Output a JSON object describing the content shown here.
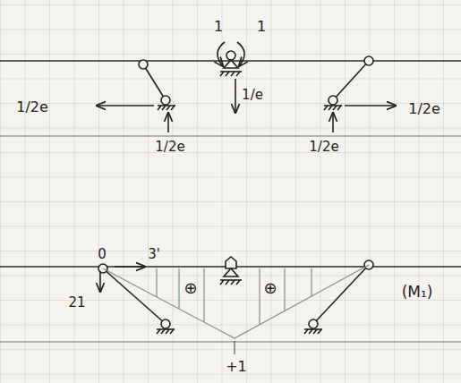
{
  "diagram": {
    "labels": [
      "1",
      "1",
      "1/2e",
      "1/2e",
      "1/e",
      "1/2e",
      "1/2e",
      "0",
      "3'",
      "21",
      "⊕",
      "⊕",
      "+1",
      "(M₁)"
    ]
  }
}
